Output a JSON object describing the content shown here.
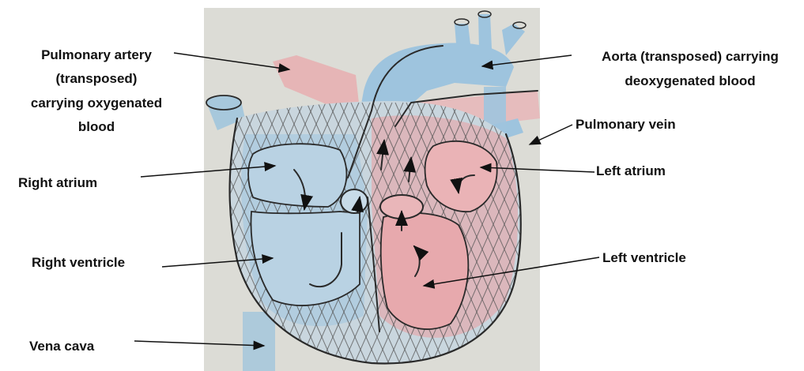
{
  "diagram": {
    "labels": {
      "pulmonary_artery": [
        "Pulmonary artery",
        "(transposed)",
        "carrying oxygenated",
        "blood"
      ],
      "aorta": [
        "Aorta (transposed) carrying",
        "deoxygenated  blood"
      ],
      "pulmonary_vein": "Pulmonary vein",
      "right_atrium": "Right atrium",
      "left_atrium": "Left atrium",
      "right_ventricle": "Right ventricle",
      "left_ventricle": "Left ventricle",
      "vena_cava": "Vena cava"
    },
    "colors": {
      "paper": "#dcdcd6",
      "deoxygenated": "#9ec4de",
      "oxygenated": "#e3a3a6",
      "ink": "#2a2a2a"
    }
  }
}
